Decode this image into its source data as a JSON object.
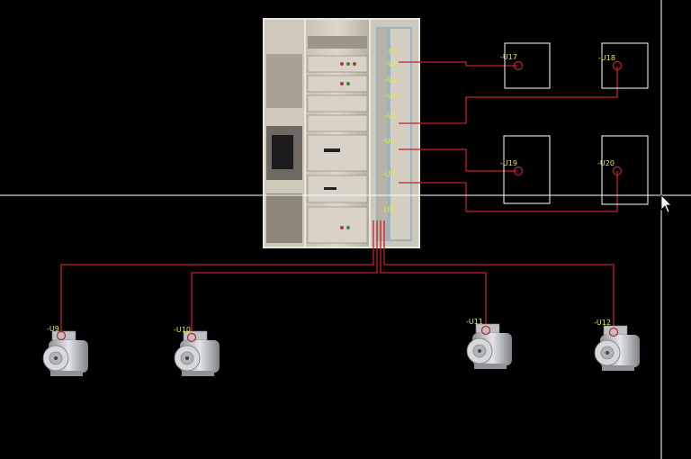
{
  "colors": {
    "background": "#000000",
    "wire": "#c4202a",
    "label": "#e8e83a",
    "box_outline": "#ffffff",
    "crosshair": "#ffffff"
  },
  "cabinet": {
    "icon": "switchgear-cabinet-icon",
    "terminal_labels": [
      "-U1",
      "-U2",
      "-U3",
      "-U4",
      "-U5",
      "-U6",
      "-U7",
      "-U8"
    ]
  },
  "boxes": [
    {
      "label": "-U17"
    },
    {
      "label": "-U18"
    },
    {
      "label": "-U19"
    },
    {
      "label": "-U20"
    }
  ],
  "motors": [
    {
      "label": "-U9",
      "icon": "electric-motor-icon"
    },
    {
      "label": "-U10",
      "icon": "electric-motor-icon"
    },
    {
      "label": "-U11",
      "icon": "electric-motor-icon"
    },
    {
      "label": "-U12",
      "icon": "electric-motor-icon"
    }
  ],
  "cursor": {
    "icon": "mouse-pointer-icon"
  }
}
